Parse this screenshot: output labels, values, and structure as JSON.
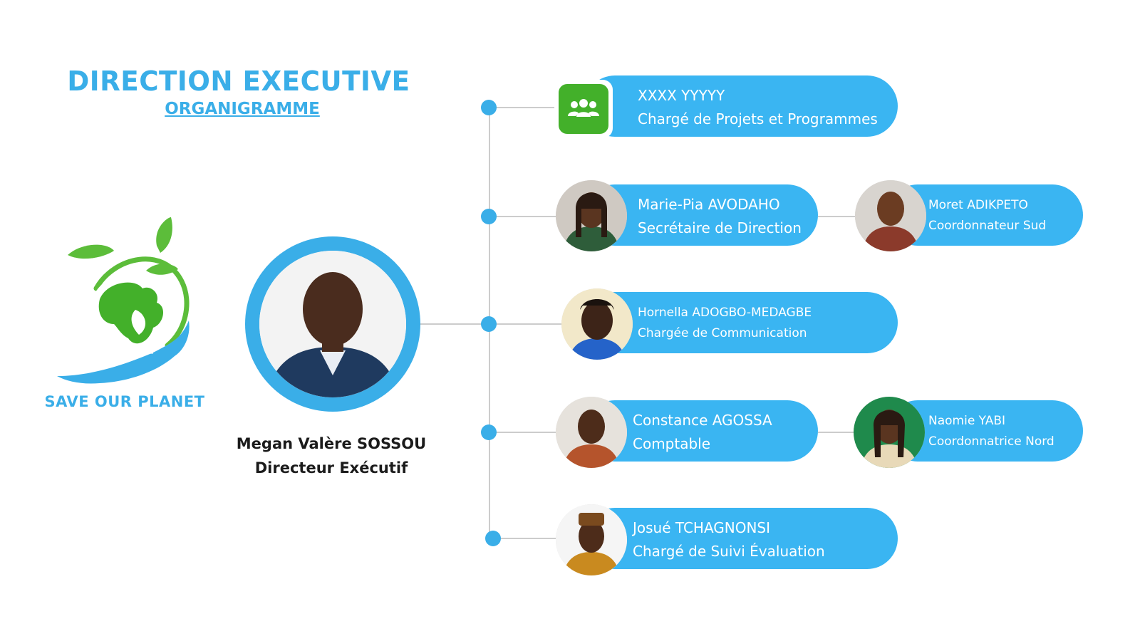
{
  "header": {
    "title": "DIRECTION EXECUTIVE",
    "subtitle": "ORGANIGRAMME"
  },
  "logo": {
    "text": "SAVE OUR PLANET",
    "colors": {
      "leaf": "#5cbd3a",
      "earth": "#43b02a",
      "hand": "#3aaee8"
    }
  },
  "director": {
    "name": "Megan Valère SOSSOU",
    "role": "Directeur Exécutif"
  },
  "colors": {
    "accent": "#3ab5f2",
    "title": "#3aaee8",
    "line": "#cccccc",
    "group_icon_bg": "#43b02a"
  },
  "members": [
    {
      "name": "XXXX  YYYYY",
      "role": "Chargé de Projets et Programmes",
      "icon": "group-icon"
    },
    {
      "name": "Marie-Pia AVODAHO",
      "role": "Secrétaire de Direction"
    },
    {
      "name": "Moret ADIKPETO",
      "role": "Coordonnateur Sud"
    },
    {
      "name": "Hornella ADOGBO-MEDAGBE",
      "role": "Chargée de Communication"
    },
    {
      "name": "Constance AGOSSA",
      "role": "Comptable"
    },
    {
      "name": "Naomie YABI",
      "role": "Coordonnatrice Nord"
    },
    {
      "name": "Josué TCHAGNONSI",
      "role": "Chargé de Suivi Évaluation"
    }
  ]
}
